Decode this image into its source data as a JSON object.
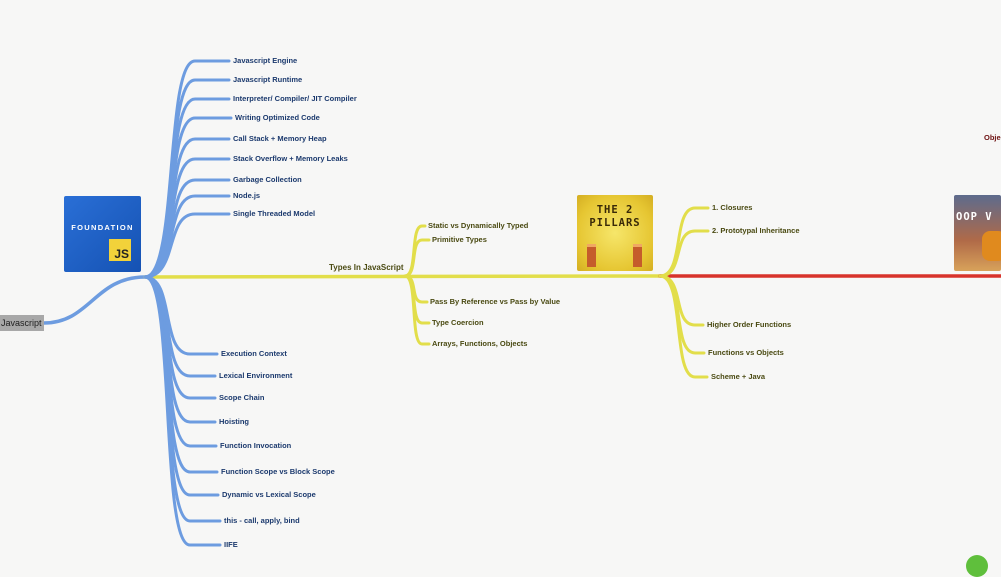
{
  "root": {
    "label": "Javascript"
  },
  "foundation": {
    "title": "FOUNDATION",
    "badge": "JS",
    "top_items": [
      "Javascript Engine",
      "Javascript Runtime",
      "Interpreter/ Compiler/ JIT Compiler",
      "Writing Optimized Code",
      "Call Stack + Memory Heap",
      "Stack Overflow + Memory Leaks",
      "Garbage Collection",
      "Node.js",
      "Single Threaded Model"
    ],
    "bottom_items": [
      "Execution Context",
      "Lexical Environment",
      "Scope Chain",
      "Hoisting",
      "Function Invocation",
      "Function Scope vs Block Scope",
      "Dynamic vs Lexical Scope",
      "this - call, apply, bind",
      "IIFE"
    ]
  },
  "types": {
    "label": "Types In JavaScript",
    "top_items": [
      "Static vs Dynamically Typed",
      "Primitive Types"
    ],
    "bottom_items": [
      "Pass By Reference vs Pass by Value",
      "Type Coercion",
      "Arrays, Functions, Objects"
    ]
  },
  "pillars": {
    "title_line1": "THE 2",
    "title_line2": "PILLARS",
    "top_items": [
      "1. Closures",
      "2. Prototypal Inheritance"
    ],
    "bottom_items": [
      "Higher Order Functions",
      "Functions vs Objects",
      "Scheme + Java"
    ]
  },
  "oop": {
    "title": "OOP V",
    "side_label": "Obje"
  },
  "colors": {
    "blue_branch": "#6d9ce0",
    "yellow_branch": "#e2de4a",
    "red_branch": "#d8332b",
    "background": "#f7f7f6"
  }
}
